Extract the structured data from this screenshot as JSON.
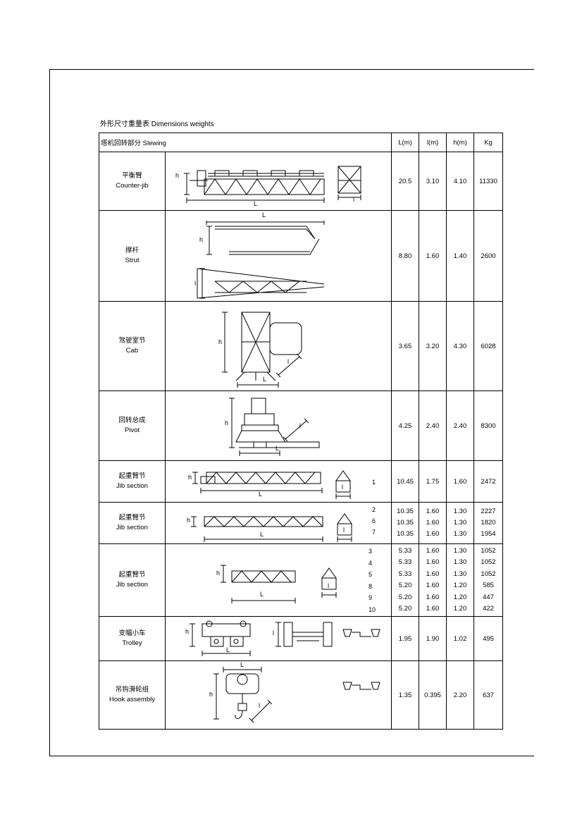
{
  "title": "外形尺寸重量表 Dimensions weights",
  "header": {
    "section": "塔机回转部分 Slewing",
    "col_L": "L(m)",
    "col_l": "l(m)",
    "col_h": "h(m)",
    "col_kg": "Kg"
  },
  "dim_labels": {
    "L": "L",
    "l": "l",
    "h": "h"
  },
  "rows": [
    {
      "cn": "平衡臂",
      "en": "Counter-jib",
      "L": "20.5",
      "l": "3.10",
      "h": "4.10",
      "kg": "11330"
    },
    {
      "cn": "撑杆",
      "en": "Strut",
      "L": "8.80",
      "l": "1.60",
      "h": "1.40",
      "kg": "2600"
    },
    {
      "cn": "驾驶室节",
      "en": "Cab",
      "L": "3.65",
      "l": "3.20",
      "h": "4.30",
      "kg": "6028"
    },
    {
      "cn": "回转总成",
      "en": "Pivot",
      "L": "4.25",
      "l": "2.40",
      "h": "2.40",
      "kg": "8300"
    },
    {
      "cn": "起重臂节",
      "en": "Jib section",
      "no": "1",
      "L": "10.45",
      "l": "1.75",
      "h": "1.60",
      "kg": "2472"
    },
    {
      "cn": "起重臂节",
      "en": "Jib section",
      "items": [
        {
          "no": "2",
          "L": "10.35",
          "l": "1.60",
          "h": "1.30",
          "kg": "2227"
        },
        {
          "no": "6",
          "L": "10.35",
          "l": "1.60",
          "h": "1.30",
          "kg": "1820"
        },
        {
          "no": "7",
          "L": "10.35",
          "l": "1.60",
          "h": "1.30",
          "kg": "1954"
        }
      ]
    },
    {
      "cn": "起重臂节",
      "en": "Jib section",
      "items": [
        {
          "no": "3",
          "L": "5.33",
          "l": "1.60",
          "h": "1.30",
          "kg": "1052"
        },
        {
          "no": "4",
          "L": "5.33",
          "l": "1.60",
          "h": "1.30",
          "kg": "1052"
        },
        {
          "no": "5",
          "L": "5.33",
          "l": "1.60",
          "h": "1.30",
          "kg": "1052"
        },
        {
          "no": "8",
          "L": "5.20",
          "l": "1.60",
          "h": "1.20",
          "kg": "585"
        },
        {
          "no": "9",
          "L": "5.20",
          "l": "1.60",
          "h": "1.20",
          "kg": "447"
        },
        {
          "no": "10",
          "L": "5.20",
          "l": "1.60",
          "h": "1.20",
          "kg": "422"
        }
      ]
    },
    {
      "cn": "变幅小车",
      "en": "Trolley",
      "L": "1.95",
      "l": "1.90",
      "h": "1.02",
      "kg": "495"
    },
    {
      "cn": "吊钩滑轮组",
      "en": "Hook assembly",
      "L": "1.35",
      "l": "0.395",
      "h": "2.20",
      "kg": "637"
    }
  ]
}
